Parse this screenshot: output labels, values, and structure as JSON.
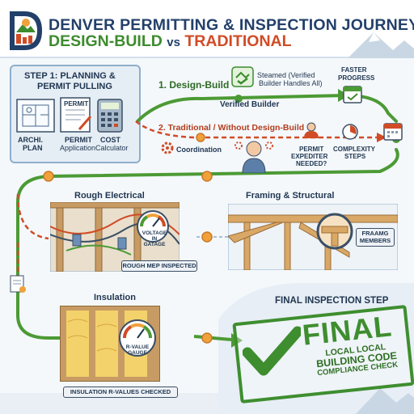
{
  "header": {
    "title_line1": "DENVER PERMITTING & INSPECTION JOURNEY:",
    "title_db": "DESIGN-BUILD",
    "title_vs": "vs",
    "title_trad": "TRADITIONAL"
  },
  "step1": {
    "title_line1": "STEP 1: PLANNING &",
    "title_line2": "PERMIT PULLING",
    "plan_label_line1": "ARCHI.",
    "plan_label_line2": "PLAN",
    "permit_doc_text": "PERMIT",
    "permit_label_line1": "PERMIT",
    "permit_label_line2": "Application",
    "cost_label_line1": "COST",
    "cost_label_line2": "Calculator"
  },
  "paths": {
    "db_label": "1.  Design-Build",
    "db_note_line1": "Steamed (Verified",
    "db_note_line2": "Builder Handles All)",
    "verified_builder": "Verified Builder",
    "faster_line1": "FASTER",
    "faster_line2": "PROGRESS",
    "trad_label": "2.  Traditional / Without Design-Build",
    "coordination": "Coordination",
    "expediter_line1": "PERMIT",
    "expediter_line2": "EXPEDITER",
    "expediter_line3": "NEEDED?",
    "complexity_line1": "COMPLEXITY",
    "complexity_line2": "STEPS"
  },
  "stages": {
    "rough_title": "Rough Electrical",
    "voltage_line1": "VOLTAGE IN",
    "voltage_line2": "GATAGE",
    "rough_tag": "ROUGH MEP INSPECTED",
    "framing_title": "Framing & Structural",
    "framing_tag_line1": "FRAAMG",
    "framing_tag_line2": "MEMBERS",
    "insulation_title": "Insulation",
    "rvalue_line1": "R-VALUE",
    "rvalue_line2": "GAUGE",
    "insulation_tag": "INSULATION R-VALUES CHECKED"
  },
  "final": {
    "heading": "FINAL INSPECTION STEP",
    "stamp_word": "FINAL",
    "stamp_line1": "LOCAL LOCAL",
    "stamp_line2": "BUILDING CODE",
    "stamp_line3": "COMPLIANCE CHECK"
  },
  "colors": {
    "design_build_green": "#3d8b2e",
    "traditional_red": "#d14b26",
    "navy": "#23406a",
    "node_orange": "#f0a13a"
  }
}
